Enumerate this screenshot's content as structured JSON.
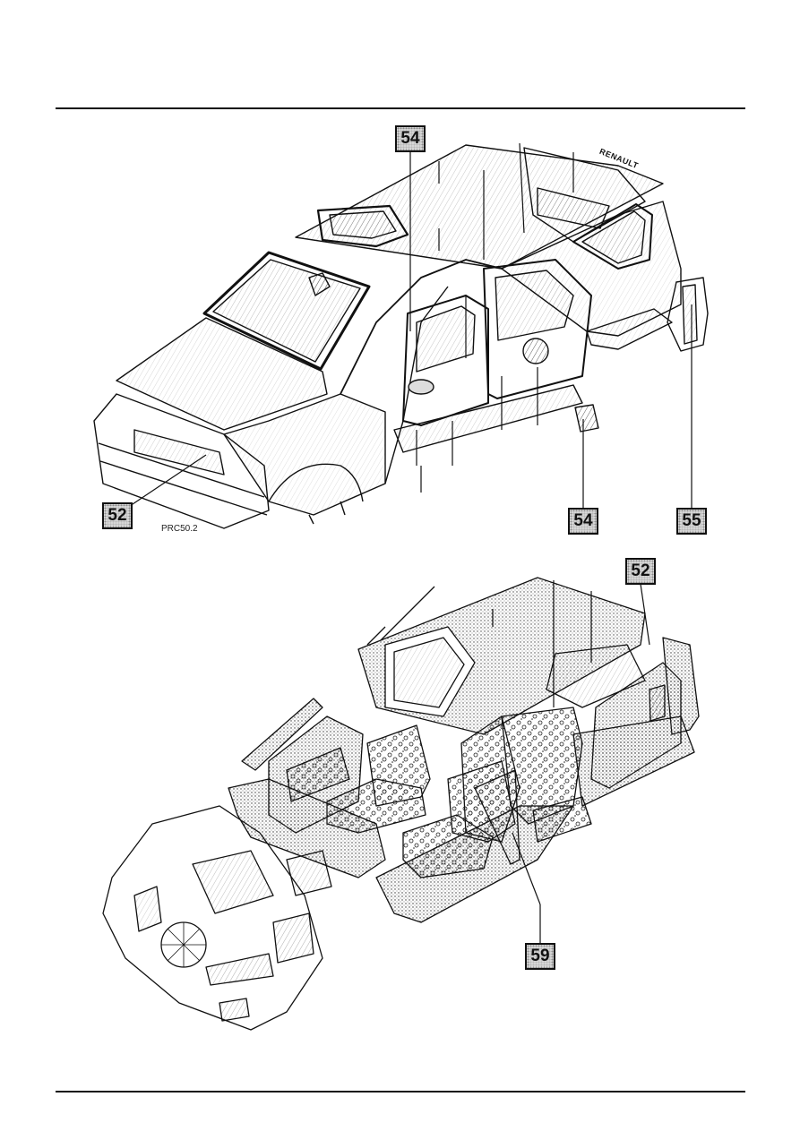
{
  "figure_top": {
    "code": "PRC50.2",
    "callouts": [
      "54",
      "52",
      "54",
      "55"
    ],
    "badge_text": "RENAULT"
  },
  "figure_bottom": {
    "callouts": [
      "52",
      "59"
    ]
  },
  "colors": {
    "ink": "#111111",
    "callout_fill": "#d6d6d6",
    "rule": "#111111"
  }
}
